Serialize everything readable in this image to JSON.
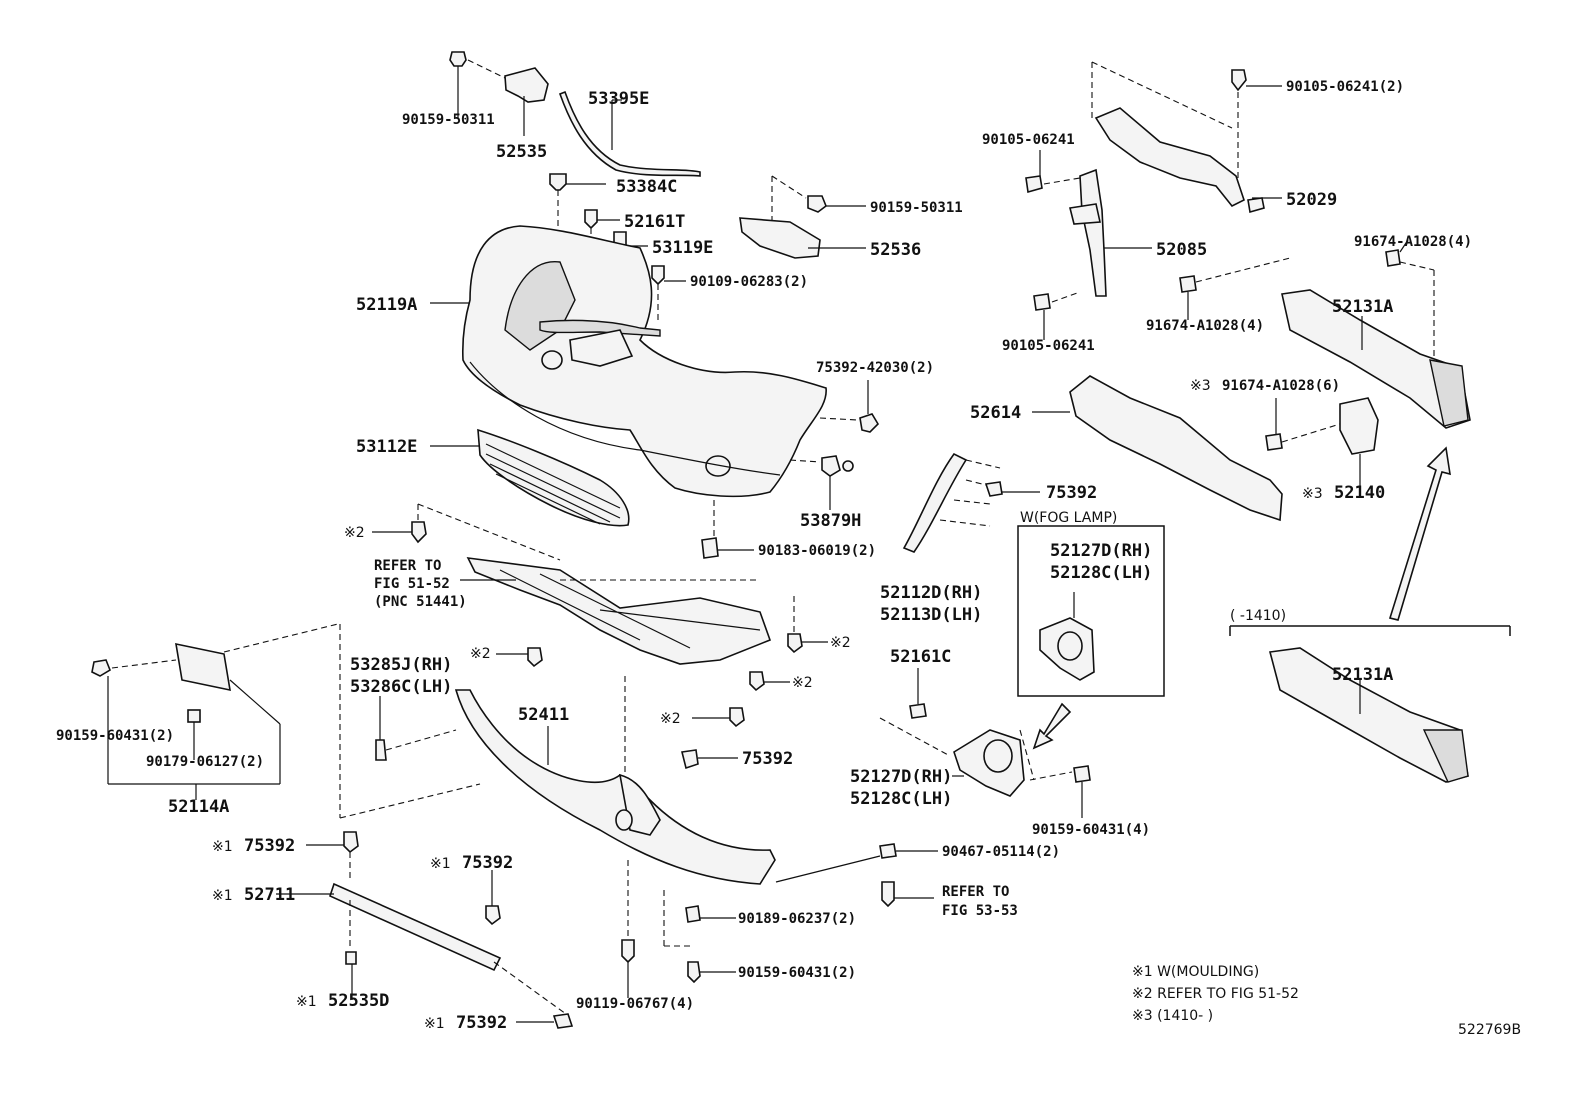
{
  "labels": {
    "p90159_50311_a": "90159-50311",
    "p52535": "52535",
    "p53395E": "53395E",
    "p53384C": "53384C",
    "p52161T": "52161T",
    "p53119E": "53119E",
    "p90159_50311_b": "90159-50311",
    "p52536": "52536",
    "p90109_06283": "90109-06283(2)",
    "p52119A": "52119A",
    "p75392_42030": "75392-42030(2)",
    "p53112E": "53112E",
    "p53879H": "53879H",
    "p90183_06019": "90183-06019(2)",
    "refer_5152_a": "REFER TO",
    "refer_5152_b": "FIG 51-52",
    "refer_5152_c": "(PNC 51441)",
    "p53285J": "53285J(RH)",
    "p53286C": "53286C(LH)",
    "p52411": "52411",
    "p75392_a": "75392",
    "p90159_60431_2": "90159-60431(2)",
    "p90179_06127": "90179-06127(2)",
    "p52114A": "52114A",
    "p75392_m1": "75392",
    "p52711": "52711",
    "p75392_m2": "75392",
    "p52535D": "52535D",
    "p75392_m3": "75392",
    "p90119_06767": "90119-06767(4)",
    "p90189_06237": "90189-06237(2)",
    "p90159_60431_2b": "90159-60431(2)",
    "p90467_05114": "90467-05114(2)",
    "refer_5353_a": "REFER TO",
    "refer_5353_b": "FIG 53-53",
    "p90105_06241_2": "90105-06241(2)",
    "p90105_06241_a": "90105-06241",
    "p52029": "52029",
    "p52085": "52085",
    "p90105_06241_b": "90105-06241",
    "p91674_a_4a": "91674-A1028(4)",
    "p91674_a_4b": "91674-A1028(4)",
    "p52131A_a": "52131A",
    "p52614": "52614",
    "p91674_a_6": "91674-A1028(6)",
    "p52140": "52140",
    "p75392_b": "75392",
    "fog_title": "W(FOG LAMP)",
    "p52127D_box": "52127D(RH)",
    "p52128C_box": "52128C(LH)",
    "p52112D": "52112D(RH)",
    "p52113D": "52113D(LH)",
    "p52161C": "52161C",
    "p52127D": "52127D(RH)",
    "p52128C": "52128C(LH)",
    "p90159_60431_4": "90159-60431(4)",
    "range_label": "(      -1410)",
    "p52131A_b": "52131A",
    "mark1": "※1",
    "mark2": "※2",
    "mark3": "※3"
  },
  "notes": [
    "※1 W(MOULDING)",
    "※2 REFER TO FIG 51-52",
    "※3 (1410-        )"
  ],
  "figure_id": "522769B"
}
